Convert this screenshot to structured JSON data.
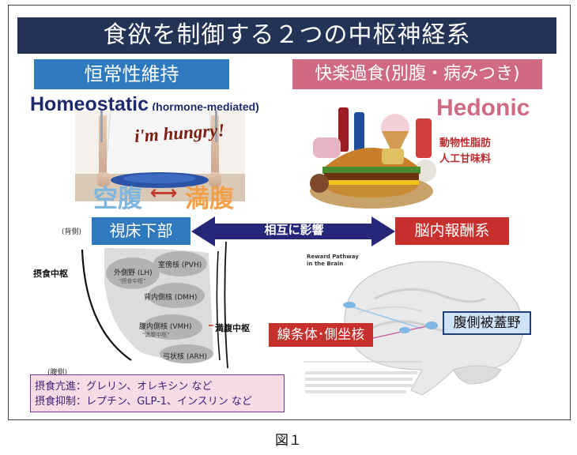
{
  "title": "食欲を制御する２つの中枢神経系",
  "left_header": "恒常性維持",
  "right_header": "快楽過食(別腹・病みつき)",
  "homeostatic": {
    "main": "Homeostatic",
    "sub": "(hormone-mediated)"
  },
  "hedonic": "Hedonic",
  "hungry_text": "i'm hungry!",
  "hedonic_foods": [
    "動物性脂肪",
    "人工甘味料"
  ],
  "kuufuku": "空腹",
  "manpuku": "満腹",
  "hypothalamus_box": "視床下部",
  "mutual_influence": "相互に影響",
  "reward_box": "脳内報酬系",
  "hypothalamus_diagram": {
    "dorsal": "(背側)",
    "ventral": "(腹側)",
    "feeding_center": "摂食中枢",
    "satiety_center": "満腹中枢",
    "nuclei": [
      {
        "name": "外側野 (LH)",
        "note": "\"摂食中枢\""
      },
      {
        "name": "室傍核 (PVH)",
        "note": ""
      },
      {
        "name": "背内側核 (DMH)",
        "note": ""
      },
      {
        "name": "腹内側核 (VMH)",
        "note": "\"満腹中枢\""
      },
      {
        "name": "弓状核 (ARH)",
        "note": ""
      }
    ]
  },
  "hormones": {
    "promote": "摂食亢進：グレリン、オレキシン など",
    "suppress": "摂食抑制：レプチン、GLP-1、インスリン など"
  },
  "reward_diagram": {
    "title_line1": "Reward Pathway",
    "title_line2": "in the Brain"
  },
  "striatum_box": "線条体･側坐核",
  "vta_box": "腹側被蓋野",
  "figure_caption": "図１"
}
